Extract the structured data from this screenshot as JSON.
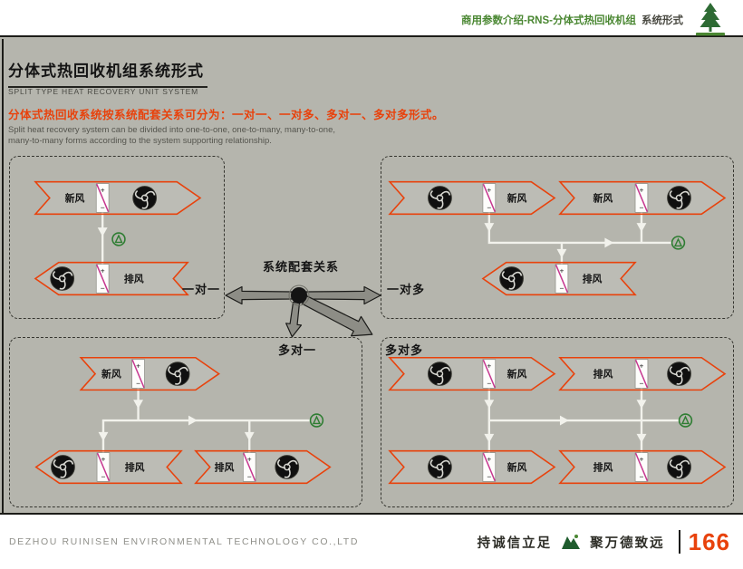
{
  "header": {
    "breadcrumb": "商用参数介绍-RNS-分体式热回收机组",
    "breadcrumb_section": "系统形式"
  },
  "title": {
    "cn": "分体式热回收机组系统形式",
    "en": "SPLIT TYPE HEAT RECOVERY UNIT SYSTEM"
  },
  "intro": {
    "cn": "分体式热回收系统按系统配套关系可分为：一对一、一对多、多对一、多对多形式。",
    "en_line1": "Split heat recovery system can be divided into one-to-one, one-to-many, many-to-one,",
    "en_line2": "many-to-many forms according to the system supporting relationship."
  },
  "hub": {
    "label": "系统配套关系",
    "one_to_one": "一对一",
    "one_to_many": "一对多",
    "many_to_one": "多对一",
    "many_to_many": "多对多"
  },
  "units": {
    "fresh_air": "新风",
    "exhaust": "排风",
    "plus": "+",
    "minus": "−"
  },
  "footer": {
    "company": "DEZHOU RUINISEN ENVIRONMENTAL TECHNOLOGY CO.,LTD",
    "slogan_left": "持诚信立足",
    "slogan_right": "聚万德致远",
    "page_number": "166"
  },
  "colors": {
    "accent_orange": "#e8420c",
    "brand_green": "#2e6b34",
    "exchanger_magenta": "#c6368f",
    "pipe_white": "#f2f2ec",
    "background_gray": "#b5b5ad"
  }
}
